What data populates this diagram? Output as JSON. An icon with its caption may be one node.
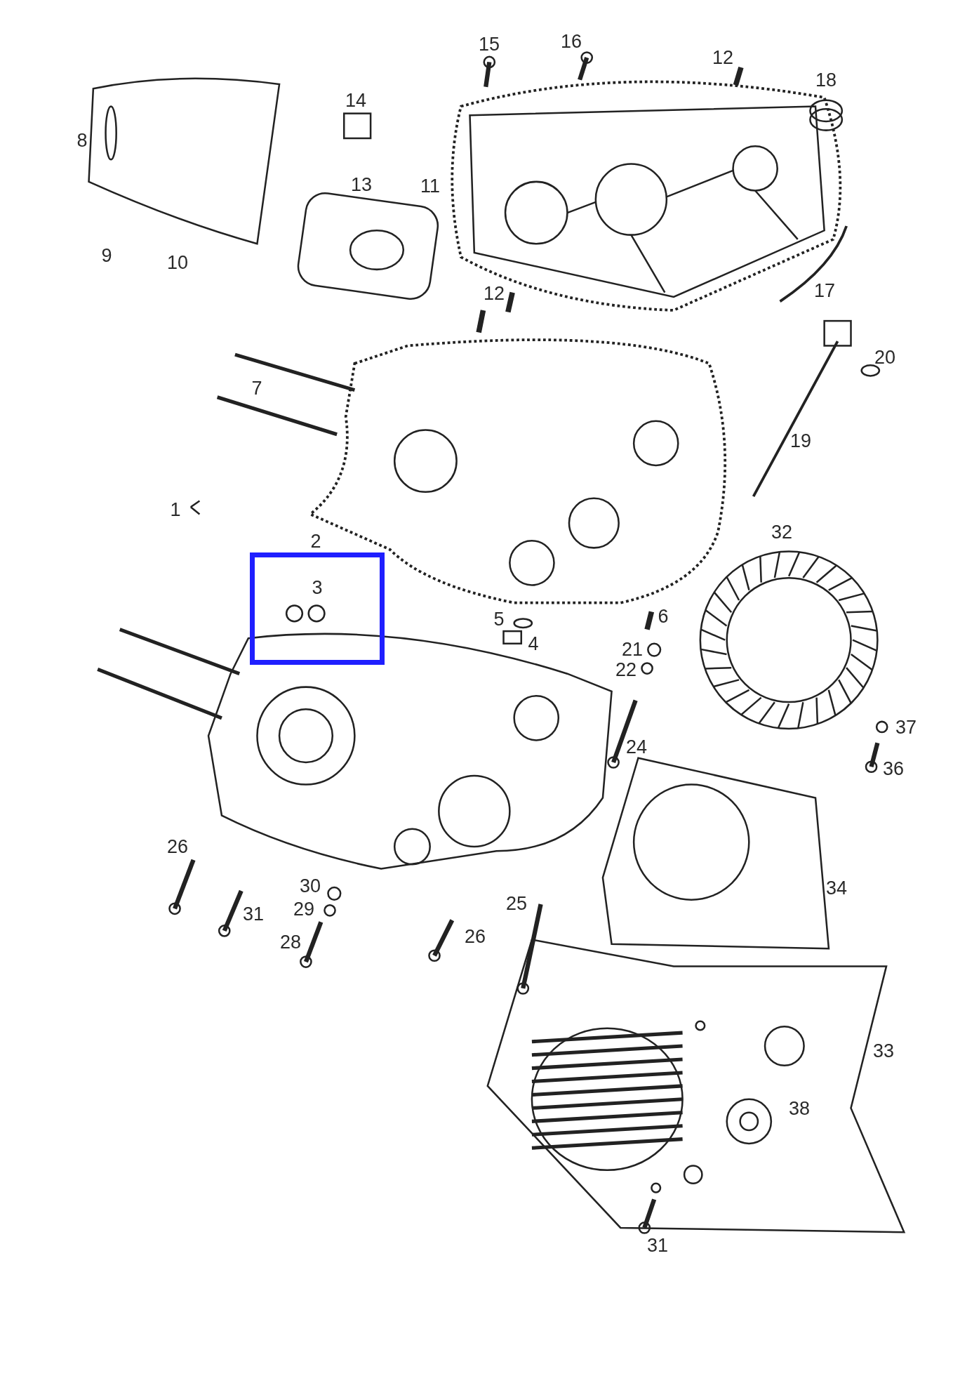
{
  "diagram": {
    "nodes": [
      {
        "text": [
          "3"
        ]
      }
    ],
    "labels": [
      "15",
      "16",
      "12",
      "18",
      "14",
      "8",
      "13",
      "11",
      "9",
      "10",
      "12",
      "17",
      "20",
      "7",
      "19",
      "1",
      "2",
      "32",
      "5",
      "6",
      "4",
      "21",
      "22",
      "37",
      "24",
      "36",
      "26",
      "34",
      "30",
      "29",
      "31",
      "25",
      "28",
      "26",
      "33",
      "38",
      "31"
    ]
  }
}
